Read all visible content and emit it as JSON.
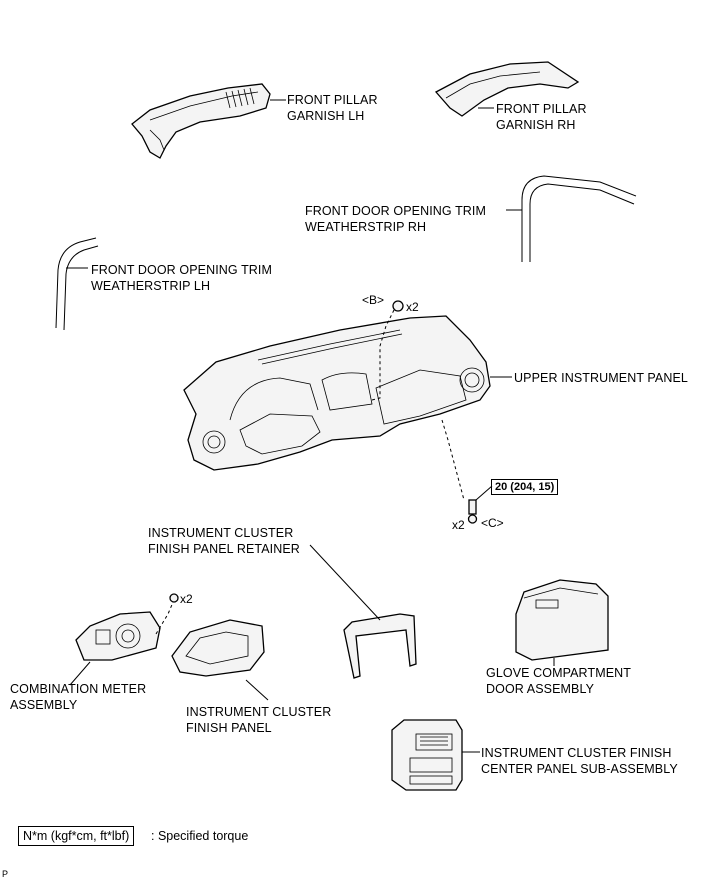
{
  "labels": {
    "front_pillar_lh": [
      "FRONT PILLAR",
      "GARNISH LH"
    ],
    "front_pillar_rh": [
      "FRONT PILLAR",
      "GARNISH RH"
    ],
    "door_trim_rh": [
      "FRONT DOOR OPENING TRIM",
      "WEATHERSTRIP RH"
    ],
    "door_trim_lh": [
      "FRONT DOOR OPENING TRIM",
      "WEATHERSTRIP LH"
    ],
    "upper_panel": [
      "UPPER INSTRUMENT PANEL"
    ],
    "cluster_retainer": [
      "INSTRUMENT CLUSTER",
      "FINISH PANEL RETAINER"
    ],
    "glove_door": [
      "GLOVE COMPARTMENT",
      "DOOR ASSEMBLY"
    ],
    "combination_meter": [
      "COMBINATION METER",
      "ASSEMBLY"
    ],
    "cluster_finish_panel": [
      "INSTRUMENT CLUSTER",
      "FINISH PANEL"
    ],
    "center_panel": [
      "INSTRUMENT CLUSTER FINISH",
      "CENTER PANEL SUB-ASSEMBLY"
    ]
  },
  "fasteners": {
    "b_label": "<B>",
    "b_qty": "x2",
    "c_label": "<C>",
    "c_qty": "x2",
    "meter_qty": "x2"
  },
  "torque": {
    "value": "20 (204, 15)"
  },
  "legend": {
    "units": "N*m (kgf*cm, ft*lbf)",
    "text": ": Specified torque"
  },
  "corner_mark": "P"
}
